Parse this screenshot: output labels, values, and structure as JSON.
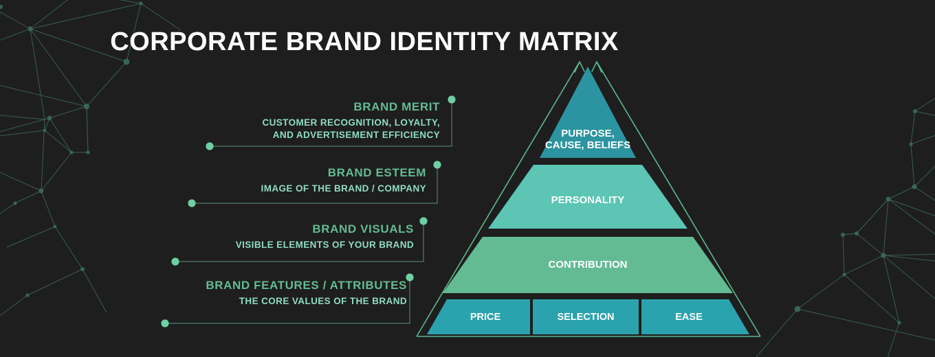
{
  "title": "CORPORATE BRAND IDENTITY MATRIX",
  "colors": {
    "background": "#1e1e1e",
    "title_text": "#ffffff",
    "label_heading": "#63bb94",
    "label_sub": "#8fdcc4",
    "connector_line": "#4f7f6c",
    "connector_dot": "#6ecfa2",
    "outline": "#5cb98c",
    "tier_top": "#2b94a0",
    "tier_second": "#5cc5b4",
    "tier_third": "#63bb94",
    "tier_base": "#2ba3ae",
    "tier_text": "#ffffff",
    "network": "#3c6b58"
  },
  "labels": [
    {
      "heading": "BRAND MERIT",
      "sub_line1": "CUSTOMER RECOGNITION, LOYALTY,",
      "sub_line2": "AND ADVERTISEMENT EFFICIENCY"
    },
    {
      "heading": "BRAND ESTEEM",
      "sub_line1": "IMAGE OF THE BRAND / COMPANY",
      "sub_line2": ""
    },
    {
      "heading": "BRAND VISUALS",
      "sub_line1": "VISIBLE ELEMENTS OF YOUR BRAND",
      "sub_line2": ""
    },
    {
      "heading": "BRAND FEATURES / ATTRIBUTES",
      "sub_line1": "THE CORE VALUES OF THE BRAND",
      "sub_line2": ""
    }
  ],
  "pyramid": {
    "tiers": [
      {
        "name": "purpose",
        "label_line1": "PURPOSE,",
        "label_line2": "CAUSE, BELIEFS"
      },
      {
        "name": "personality",
        "label_line1": "PERSONALITY",
        "label_line2": ""
      },
      {
        "name": "contribution",
        "label_line1": "CONTRIBUTION",
        "label_line2": ""
      }
    ],
    "base_segments": [
      {
        "label": "PRICE"
      },
      {
        "label": "SELECTION"
      },
      {
        "label": "EASE"
      }
    ]
  }
}
